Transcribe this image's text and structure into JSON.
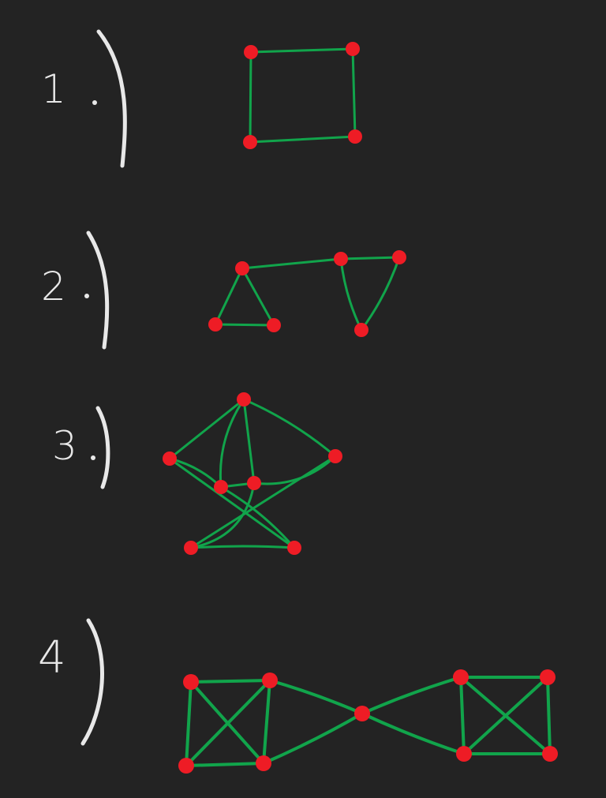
{
  "colors": {
    "background": "#232323",
    "edge": "#11a44b",
    "node": "#ee1c25",
    "label": "#e8e8e8"
  },
  "graphs": [
    {
      "id": "graph-1",
      "label": "1",
      "nodes": [
        "a",
        "b",
        "c",
        "d"
      ],
      "edges": [
        [
          "a",
          "b"
        ],
        [
          "b",
          "d"
        ],
        [
          "d",
          "c"
        ],
        [
          "c",
          "a"
        ]
      ]
    },
    {
      "id": "graph-2",
      "label": "2",
      "nodes": [
        "a",
        "b",
        "c",
        "d",
        "e",
        "f"
      ],
      "edges": [
        [
          "a",
          "b"
        ],
        [
          "a",
          "c"
        ],
        [
          "b",
          "c"
        ],
        [
          "a",
          "d"
        ],
        [
          "d",
          "e"
        ],
        [
          "d",
          "f"
        ],
        [
          "e",
          "f"
        ]
      ]
    },
    {
      "id": "graph-3",
      "label": "3",
      "nodes": [
        "o0",
        "o1",
        "o2",
        "o3",
        "o4",
        "i0",
        "i1"
      ],
      "edges": [
        [
          "o0",
          "o1"
        ],
        [
          "o0",
          "o4"
        ],
        [
          "o1",
          "o3"
        ],
        [
          "o2",
          "o3"
        ],
        [
          "o4",
          "o2"
        ],
        [
          "o0",
          "i1"
        ],
        [
          "o0",
          "i0"
        ],
        [
          "o4",
          "i1"
        ],
        [
          "o1",
          "i0"
        ],
        [
          "o2",
          "i1"
        ],
        [
          "o3",
          "i0"
        ],
        [
          "i0",
          "i1"
        ]
      ]
    },
    {
      "id": "graph-4",
      "label": "4",
      "nodes": [
        "l0",
        "l1",
        "l2",
        "l3",
        "c",
        "r0",
        "r1",
        "r2",
        "r3"
      ],
      "edges": [
        [
          "l0",
          "l1"
        ],
        [
          "l0",
          "l2"
        ],
        [
          "l1",
          "l3"
        ],
        [
          "l2",
          "l3"
        ],
        [
          "l0",
          "l3"
        ],
        [
          "l1",
          "l2"
        ],
        [
          "l1",
          "c"
        ],
        [
          "l3",
          "c"
        ],
        [
          "c",
          "r0"
        ],
        [
          "c",
          "r2"
        ],
        [
          "r0",
          "r1"
        ],
        [
          "r0",
          "r2"
        ],
        [
          "r1",
          "r3"
        ],
        [
          "r2",
          "r3"
        ],
        [
          "r0",
          "r3"
        ],
        [
          "r1",
          "r2"
        ]
      ]
    }
  ]
}
